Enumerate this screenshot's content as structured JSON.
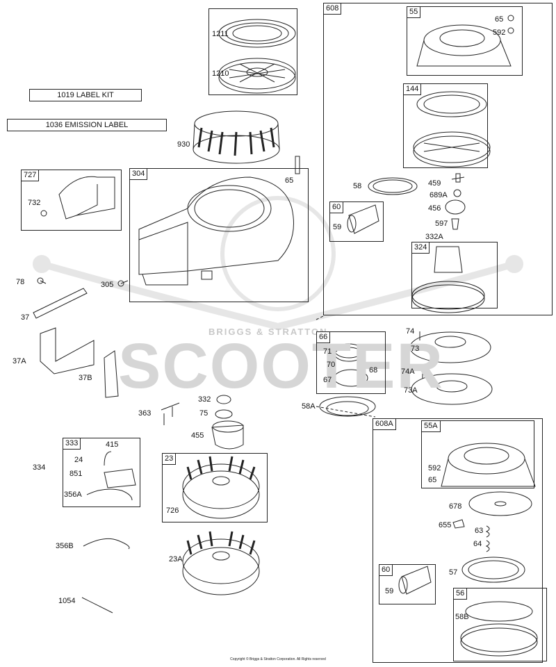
{
  "kits": {
    "label_kit": "1019 LABEL KIT",
    "emission_label": "1036 EMISSION LABEL"
  },
  "boxes": {
    "b608": "608",
    "b55": "55",
    "b144": "144",
    "b60a": "60",
    "b324": "324",
    "b727": "727",
    "b304": "304",
    "b66": "66",
    "b608A": "608A",
    "b55A": "55A",
    "b333": "333",
    "b23": "23",
    "b60b": "60",
    "b56": "56"
  },
  "labels": {
    "l1211": "1211",
    "l1210": "1210",
    "l930": "930",
    "l65a": "65",
    "l592a": "592",
    "l58": "58",
    "l459": "459",
    "l689A": "689A",
    "l456": "456",
    "l597": "597",
    "l332A": "332A",
    "l59a": "59",
    "l732": "732",
    "l65b": "65",
    "l78": "78",
    "l305": "305",
    "l37": "37",
    "l37A": "37A",
    "l37B": "37B",
    "l74": "74",
    "l73": "73",
    "l74A": "74A",
    "l73A": "73A",
    "l71": "71",
    "l70": "70",
    "l68": "68",
    "l67": "67",
    "l58A": "58A",
    "l332": "332",
    "l75": "75",
    "l363": "363",
    "l455": "455",
    "l415": "415",
    "l24": "24",
    "l851": "851",
    "l334": "334",
    "l356A": "356A",
    "l726": "726",
    "l592b": "592",
    "l65c": "65",
    "l678": "678",
    "l655": "655",
    "l63": "63",
    "l64": "64",
    "l57": "57",
    "l59b": "59",
    "l58B": "58B",
    "l356B": "356B",
    "l23A": "23A",
    "l1054": "1054"
  },
  "copyright": "Copyright © Briggs & Stratton Corporation. All Rights reserved",
  "watermark": {
    "brand": "SCOOTER",
    "sub": "BRIGGS & STRATTON"
  }
}
